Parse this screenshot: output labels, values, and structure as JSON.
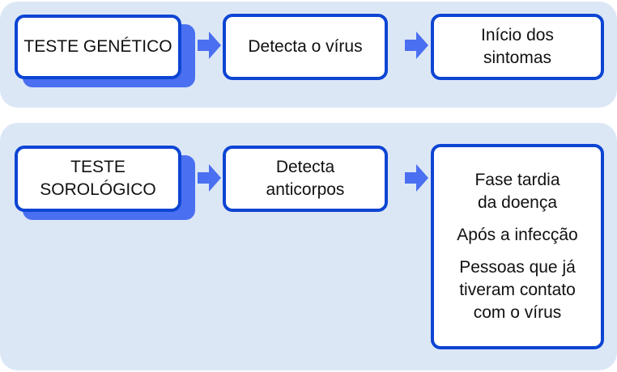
{
  "colors": {
    "panel_bg": "#dce7f6",
    "box_border": "#0d45d3",
    "box_shadow": "#4a6ff0",
    "arrow": "#4a6ff0"
  },
  "rows": [
    {
      "test": [
        "TESTE GENÉTICO"
      ],
      "detects": [
        "Detecta o vírus"
      ],
      "when": [
        [
          "Início dos",
          "sintomas"
        ]
      ]
    },
    {
      "test": [
        "TESTE",
        "SOROLÓGICO"
      ],
      "detects": [
        "Detecta",
        "anticorpos"
      ],
      "when": [
        [
          "Fase tardia",
          "da doença"
        ],
        [
          "Após a infecção"
        ],
        [
          "Pessoas que já",
          "tiveram contato",
          "com o vírus"
        ]
      ]
    }
  ]
}
